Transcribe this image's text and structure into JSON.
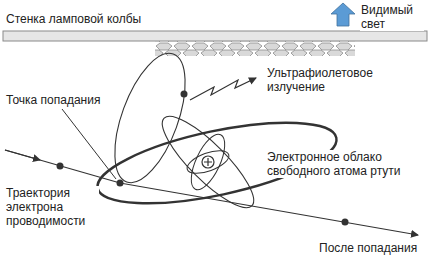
{
  "diagram": {
    "labels": [
      "Стенка ламповой колбы",
      "Видимый свет",
      "Ультрафиолетовое излучение",
      "Точка попадания",
      "Электронное облако свободного атома ртути",
      "Траектория электрона проводимости",
      "После попадания"
    ]
  }
}
